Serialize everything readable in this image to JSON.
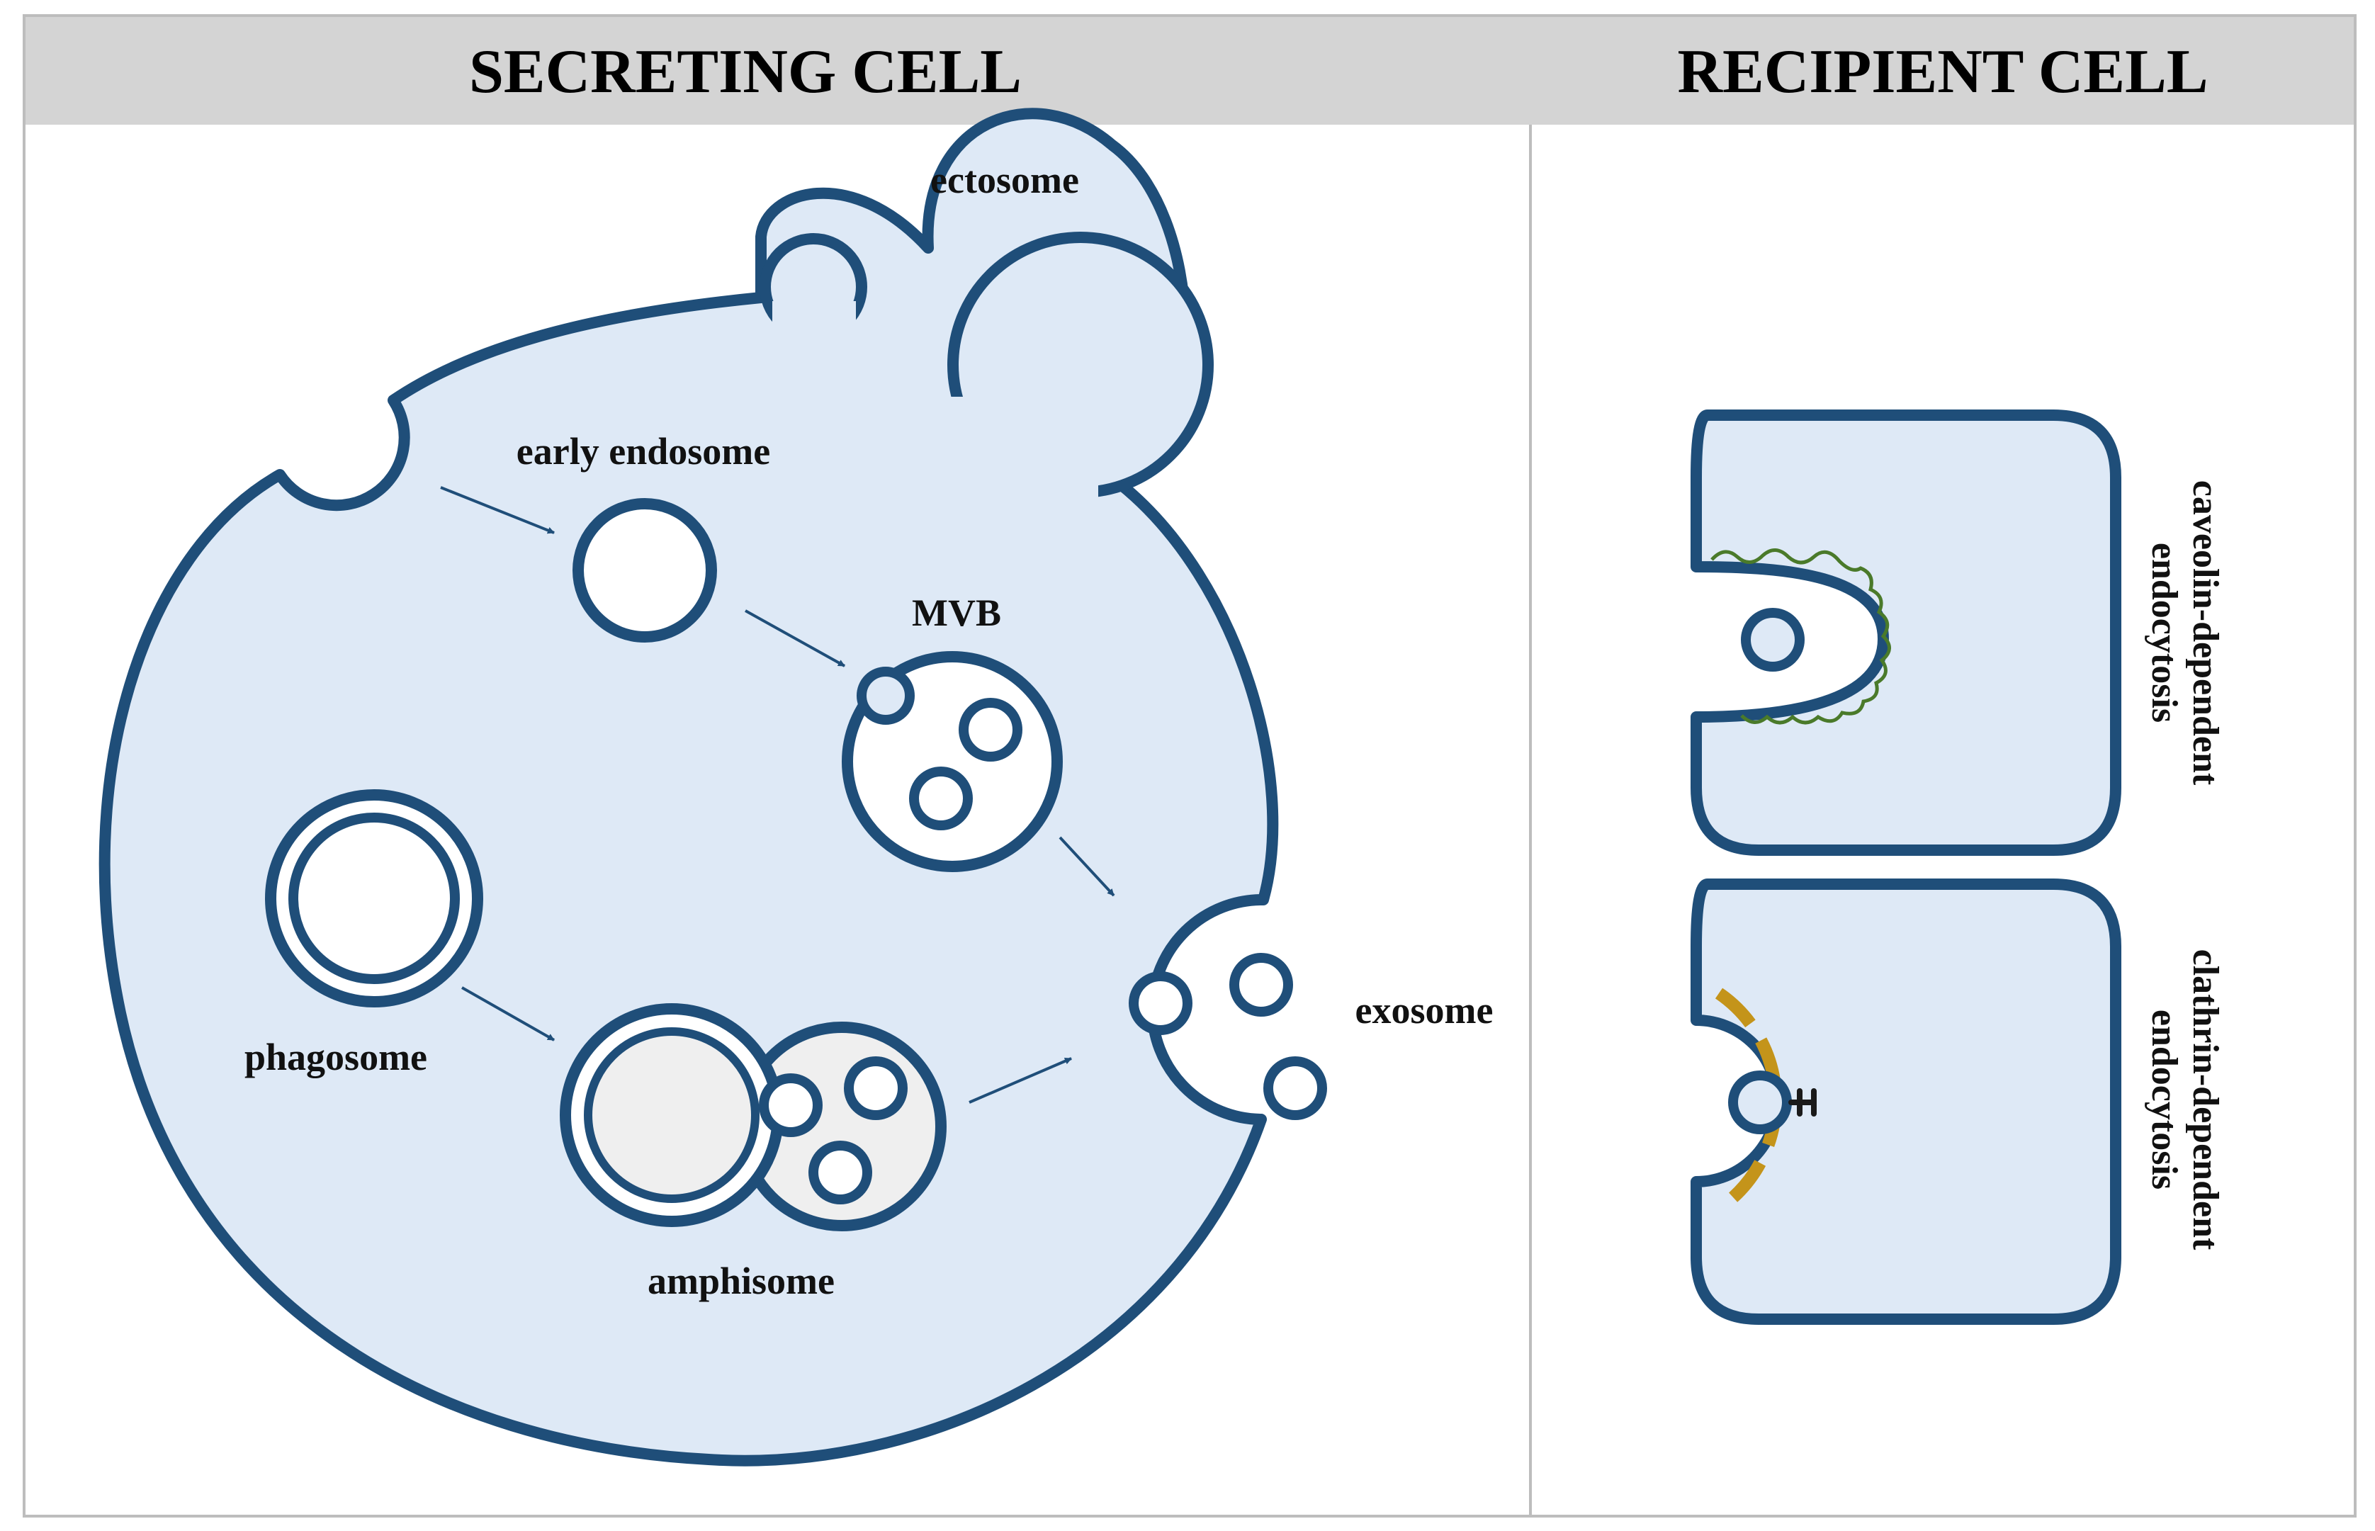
{
  "panels": {
    "secreting": {
      "title": "SECRETING CELL"
    },
    "recipient": {
      "title": "RECIPIENT CELL"
    }
  },
  "labels": {
    "ectosome": "ectosome",
    "early_endosome": "early endosome",
    "mvb": "MVB",
    "phagosome": "phagosome",
    "amphisome": "amphisome",
    "exosome": "exosome",
    "caveolin_line1": "caveolin-dependent",
    "caveolin_line2": "endocytosis",
    "clathrin_line1": "clathrin-dependent",
    "clathrin_line2": "endocytosis"
  },
  "colors": {
    "header_bg": "#d4d4d4",
    "cell_fill": "#dee9f6",
    "membrane": "#1f4e79",
    "amphisome_fill": "#efefef",
    "caveolin": "#4a7a2a",
    "clathrin": "#c4941a",
    "border": "#bdbdbd"
  }
}
